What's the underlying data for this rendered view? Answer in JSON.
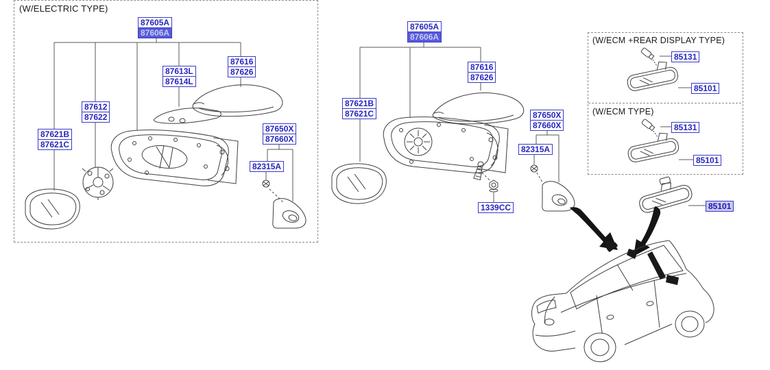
{
  "electric": {
    "title": "(W/ELECTRIC TYPE)",
    "labels": {
      "assy": [
        "87605A",
        "87606A"
      ],
      "garnish": [
        "87613L",
        "87614L"
      ],
      "cover": [
        "87616",
        "87626"
      ],
      "actuator": [
        "87612",
        "87622"
      ],
      "glass": [
        "87621B",
        "87621C"
      ],
      "corner_cover": [
        "87650X",
        "87660X"
      ],
      "screw": [
        "82315A"
      ]
    }
  },
  "standard": {
    "labels": {
      "assy": [
        "87605A",
        "87606A"
      ],
      "cover": [
        "87616",
        "87626"
      ],
      "glass": [
        "87621B",
        "87621C"
      ],
      "corner_cover": [
        "87650X",
        "87660X"
      ],
      "screw": [
        "82315A"
      ],
      "nut": [
        "1339CC"
      ]
    }
  },
  "ecm_panel": {
    "sections": [
      {
        "title": "(W/ECM +REAR DISPLAY TYPE)",
        "sensor": "85131",
        "mirror": "85101"
      },
      {
        "title": "(W/ECM TYPE)",
        "sensor": "85131",
        "mirror": "85101"
      }
    ]
  },
  "inside_mirror": {
    "code": "85101"
  },
  "colors": {
    "label_text": "#2525bd",
    "label_border": "#3a3ac8",
    "highlight_bg": "#5a5ad9",
    "selected_bg": "#c9c9ef",
    "line_art": "#3f3f3f"
  }
}
